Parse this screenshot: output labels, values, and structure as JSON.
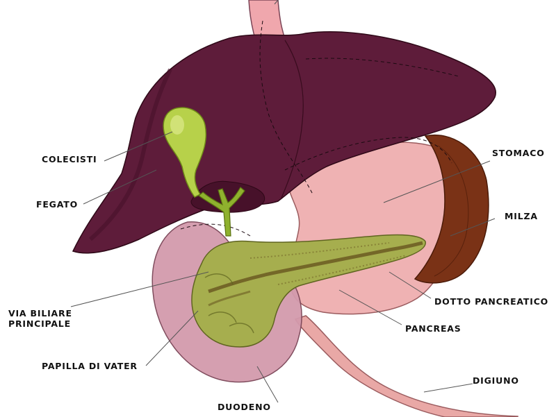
{
  "labels": {
    "colecisti": "COLECISTI",
    "fegato": "FEGATO",
    "via_biliare": "VIA BILIARE\nPRINCIPALE",
    "papilla": "PAPILLA DI VATER",
    "duodeno": "DUODENO",
    "stomaco": "STOMACO",
    "milza": "MILZA",
    "dotto": "DOTTO PANCREATICO",
    "pancreas": "PANCREAS",
    "digiuno": "DIGIUNO"
  },
  "colors": {
    "liver": "#5e1c3a",
    "liver_dark": "#47112a",
    "gallbladder": "#b7d14a",
    "bile_duct": "#8fb12e",
    "stomach": "#efb2b3",
    "duodenum": "#d39aac",
    "jejunum": "#e9a8a6",
    "spleen": "#7a3216",
    "pancreas": "#a6ae4e",
    "pancreatic_duct": "#6b5a22",
    "esophagus": "#f0a7ad",
    "leader_line": "#555555"
  }
}
